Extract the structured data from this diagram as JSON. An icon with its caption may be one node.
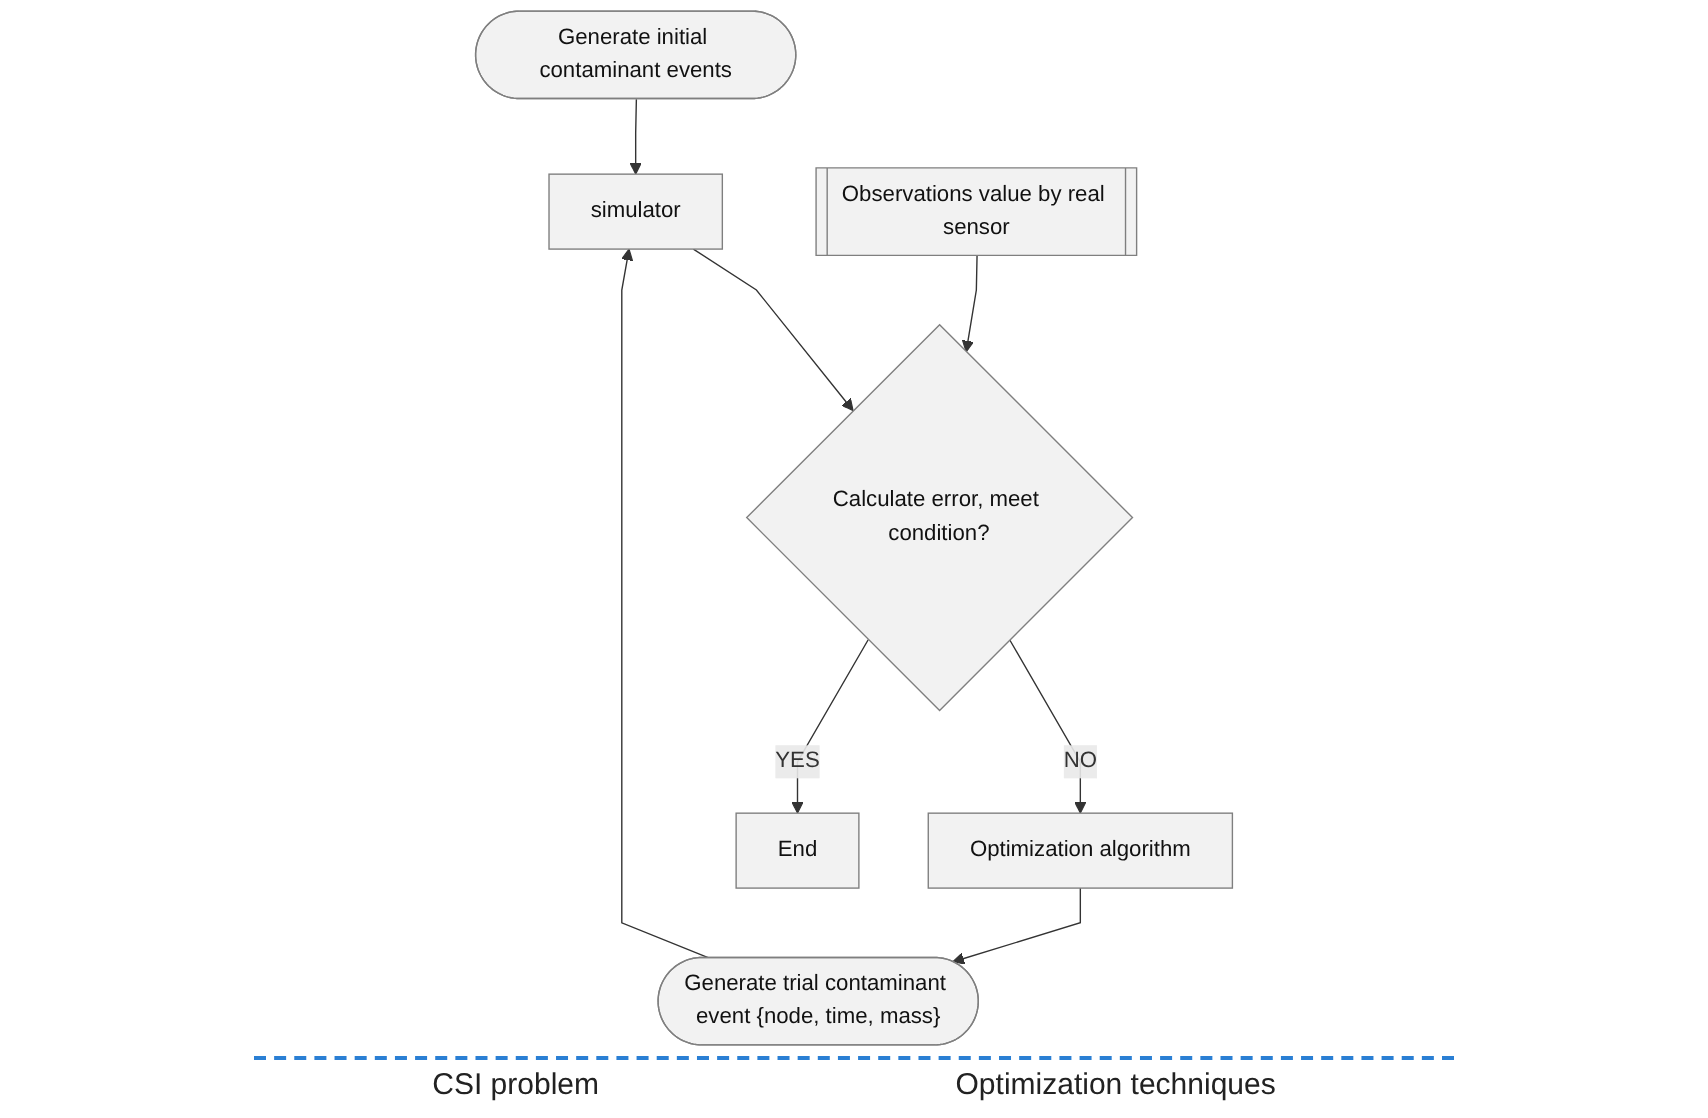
{
  "diagram": {
    "nodes": [
      {
        "text": [
          "Generate initial contaminant events"
        ]
      },
      {
        "text": [
          "Generate trial contaminant event {node, time, mass}"
        ]
      },
      {
        "text": [
          "simulator"
        ]
      },
      {
        "text": [
          "Observations value by real sensor"
        ]
      },
      {
        "text": [
          "Calculate error, meet condition?"
        ]
      },
      {
        "text": [
          "Optimization algorithm"
        ]
      },
      {
        "text": [
          "End"
        ]
      }
    ],
    "edges": [
      {
        "from": 0,
        "to": 2,
        "arrow": "to"
      },
      {
        "from": 1,
        "to": 2,
        "arrow": "to"
      },
      {
        "from": 2,
        "to": 4,
        "arrow": "to"
      },
      {
        "from": 3,
        "to": 4,
        "arrow": "to"
      },
      {
        "from": 4,
        "to": 5,
        "arrow": "to",
        "label": "NO"
      },
      {
        "from": 5,
        "to": 1,
        "arrow": "to"
      },
      {
        "from": 4,
        "to": 6,
        "arrow": "to",
        "label": "YES"
      }
    ],
    "labels": [
      "CSI problem",
      "Optimization techniques"
    ]
  }
}
